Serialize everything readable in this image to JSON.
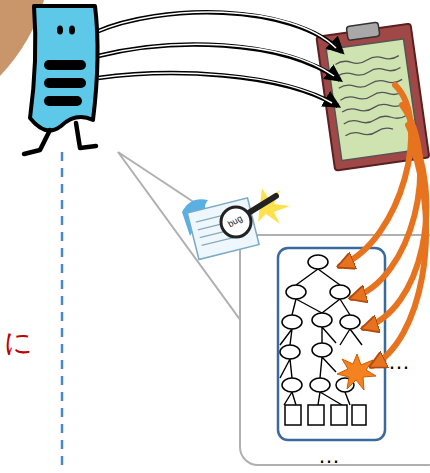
{
  "diagram": {
    "labels": [
      "bug",
      "に",
      "…",
      "…"
    ]
  }
}
